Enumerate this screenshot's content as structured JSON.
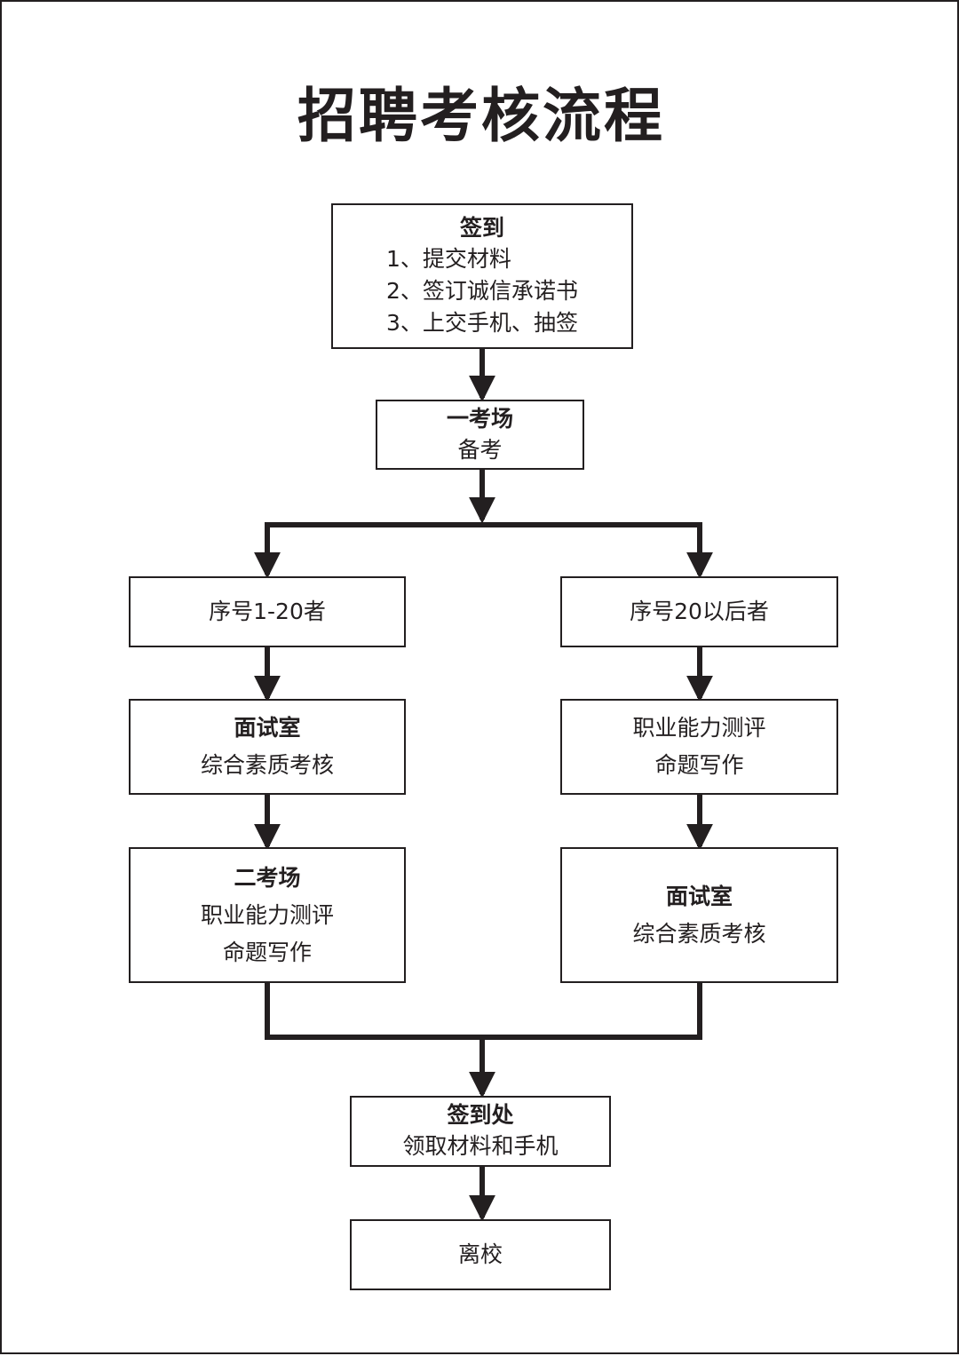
{
  "title": "招聘考核流程",
  "boxes": {
    "checkin": {
      "head": "签到",
      "items": [
        "1、提交材料",
        "2、签订诚信承诺书",
        "3、上交手机、抽签"
      ]
    },
    "room1": {
      "head": "一考场",
      "line1": "备考"
    },
    "group_a": {
      "line1": "序号1-20者"
    },
    "group_b": {
      "line1": "序号20以后者"
    },
    "interview_a": {
      "head": "面试室",
      "line1": "综合素质考核"
    },
    "written_b": {
      "line1": "职业能力测评",
      "line2": "命题写作"
    },
    "room2_a": {
      "head": "二考场",
      "line1": "职业能力测评",
      "line2": "命题写作"
    },
    "interview_b": {
      "head": "面试室",
      "line1": "综合素质考核"
    },
    "return_desk": {
      "head": "签到处",
      "line1": "领取材料和手机"
    },
    "leave": {
      "line1": "离校"
    }
  },
  "colors": {
    "ink": "#231f20",
    "background": "#ffffff"
  }
}
